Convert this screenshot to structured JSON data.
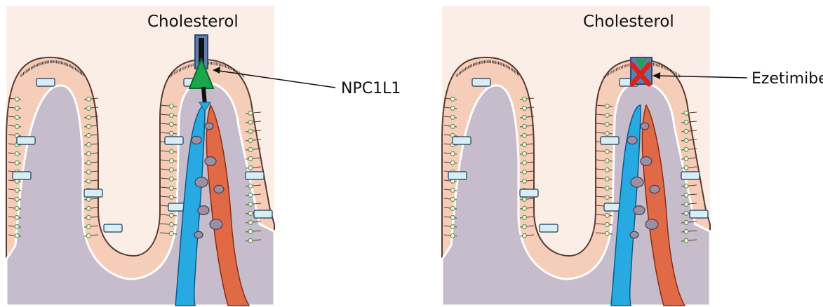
{
  "panels": [
    {
      "id": "left",
      "title": "Cholesterol",
      "callout": "NPC1L1",
      "state": "transport-open",
      "icons": [
        "npc1l1-transporter-icon",
        "arrow-down-icon"
      ]
    },
    {
      "id": "right",
      "title": "Cholesterol",
      "callout": "Ezetimibe",
      "state": "transport-blocked",
      "icons": [
        "npc1l1-transporter-icon",
        "blocked-x-icon"
      ]
    }
  ],
  "colors": {
    "background": "#fbeee6",
    "lamina": "#c6bccb",
    "enterocyte": "#f6cdb8",
    "enterocyte_border": "#5b3a33",
    "goblet_cell": "#d7eef7",
    "nucleus_fill": "#e8f3df",
    "nucleus_stroke": "#5a8a4a",
    "capillary_blue": "#27a9e1",
    "capillary_red": "#e06a45",
    "transporter_green": "#1aa64b",
    "transporter_frame": "#5f7fb0",
    "block_red": "#d9241c"
  }
}
